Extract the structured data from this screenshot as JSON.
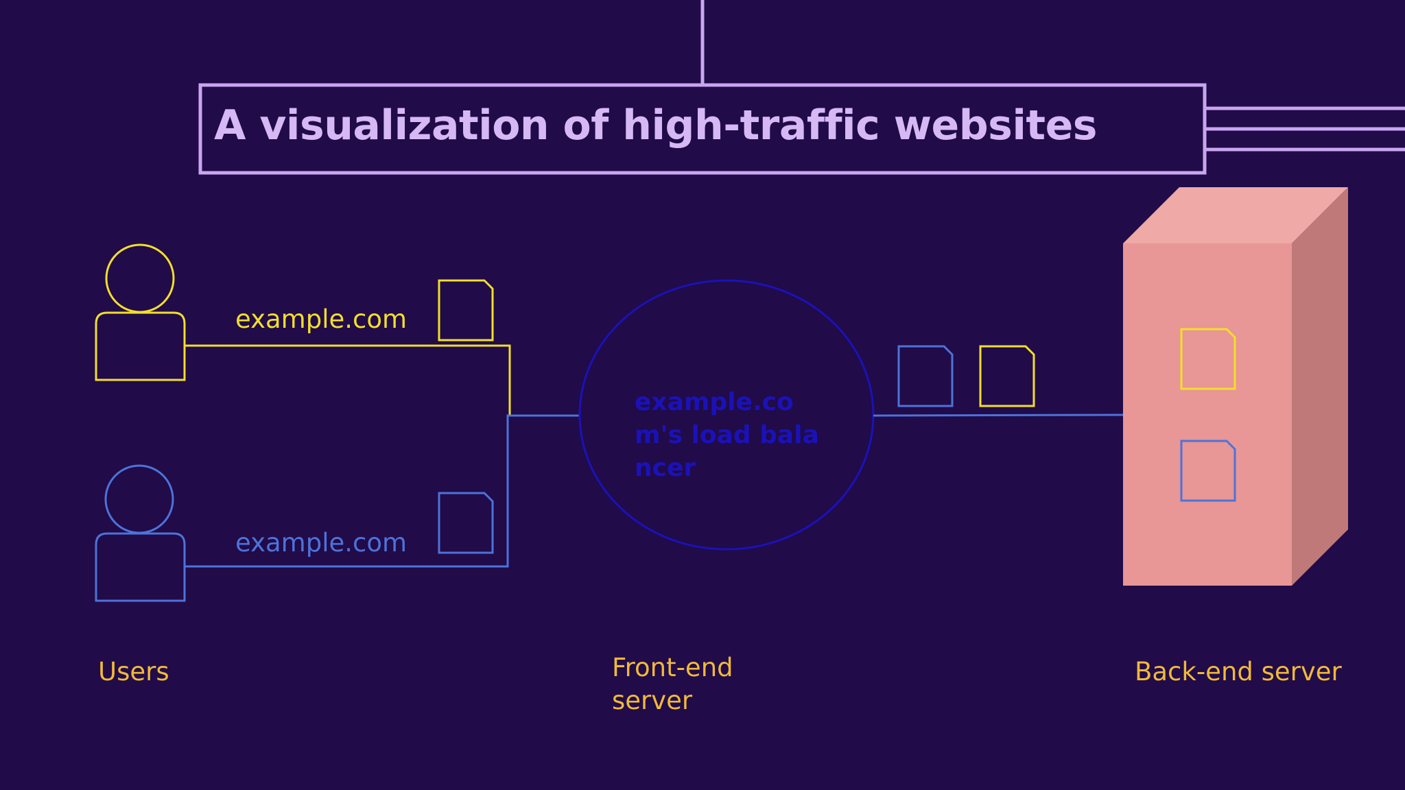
{
  "title": "A visualization of high-traffic websites",
  "users": {
    "top": {
      "url_label": "example.com"
    },
    "bottom": {
      "url_label": "example.com"
    }
  },
  "load_balancer": {
    "label": "example.com's load balancer"
  },
  "captions": {
    "users": "Users",
    "front_end": "Front-end\nserver",
    "back_end": "Back-end server"
  },
  "colors": {
    "background": "#210b49",
    "title": "#d6b8f5",
    "title_frame": "#c9a6f0",
    "user_yellow": "#f2df2a",
    "user_blue": "#4d73d9",
    "caption": "#f0b93a",
    "load_balancer": "#1a12b8",
    "server_front": "#e89696",
    "server_top": "#efa9a6",
    "server_side": "#bf7979"
  }
}
